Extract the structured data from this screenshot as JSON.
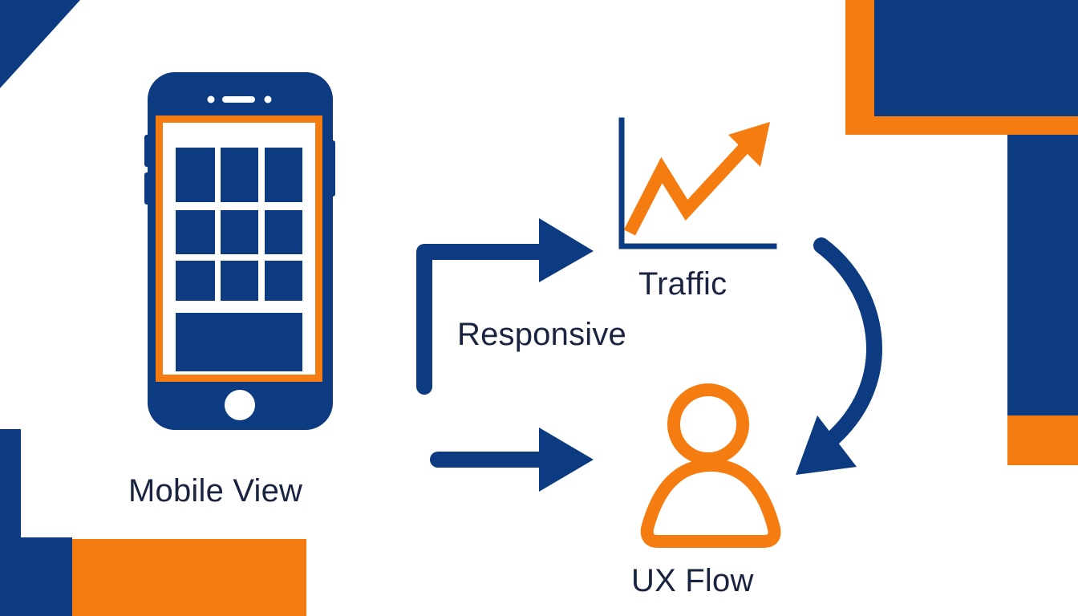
{
  "colors": {
    "navy": "#0d3b82",
    "orange": "#f57c10",
    "background": "#ffffff",
    "text": "#1a2440"
  },
  "labels": {
    "mobile_view": "Mobile View",
    "responsive": "Responsive",
    "traffic": "Traffic",
    "ux_flow": "UX Flow"
  },
  "icons": [
    "smartphone-grid-icon",
    "growth-chart-icon",
    "user-icon",
    "flow-arrow-icon"
  ]
}
